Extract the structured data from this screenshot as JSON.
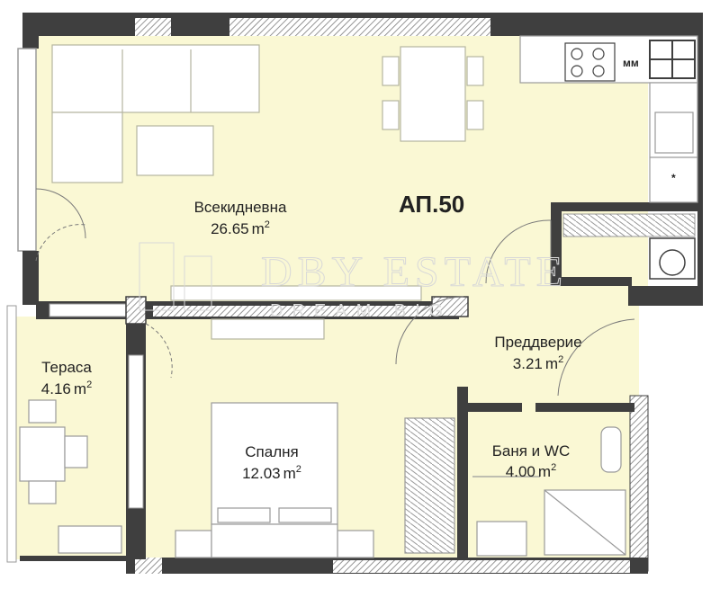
{
  "apartment": {
    "label": "АП.50"
  },
  "rooms": [
    {
      "name": "Всекидневна",
      "area": "26.65",
      "unit": "m",
      "unit_sup": "2"
    },
    {
      "name": "Тераса",
      "area": "4.16",
      "unit": "m",
      "unit_sup": "2"
    },
    {
      "name": "Спалня",
      "area": "12.03",
      "unit": "m",
      "unit_sup": "2"
    },
    {
      "name": "Преддверие",
      "area": "3.21",
      "unit": "m",
      "unit_sup": "2"
    },
    {
      "name": "Баня и WC",
      "area": "4.00",
      "unit": "m",
      "unit_sup": "2"
    }
  ],
  "appliance": {
    "mm_label": "мм"
  },
  "watermark": {
    "brand": "DBY ESTATE",
    "tagline": "DREAM BIG"
  },
  "colors": {
    "floor": "#faf8d4",
    "wall": "#3f3f3f",
    "hatch": "#8a8a8a",
    "fixture": "#ffffff",
    "text": "#222222"
  }
}
